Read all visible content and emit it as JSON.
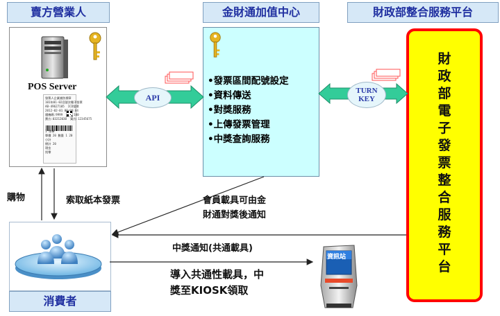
{
  "headers": {
    "seller": "賣方營業人",
    "center": "金財通加值中心",
    "mof": "財政部整合服務平台",
    "consumer": "消費者"
  },
  "seller_panel": {
    "server_label": "POS Server",
    "receipt_lines": [
      "發票人企業識別標章",
      "101年01-02月號次電子發票",
      "AB-49627105  ICD發票",
      "2012-02-01 00:00:04",
      "隨機碼:9999  總計:100",
      "賣方:03212030  買方:12345675",
      "",
      "",
      "1 冰棒",
      "單價 20 數量 1 20",
      "小計",
      "總計 20",
      "現金",
      "找零"
    ]
  },
  "center_panel": {
    "services": [
      "•發票區間配號設定",
      "•資料傳送",
      "•對獎服務",
      "•上傳發票管理",
      "•中獎查詢服務"
    ]
  },
  "mof_panel": {
    "title_chars": [
      "財",
      "政",
      "部",
      "電",
      "子",
      "發",
      "票",
      "整",
      "合",
      "服",
      "務",
      "平",
      "台"
    ]
  },
  "connectors": {
    "api": "API",
    "turnkey_line1": "TURN",
    "turnkey_line2": "KEY"
  },
  "edge_labels": {
    "purchase": "購物",
    "request_paper": "索取紙本發票",
    "member_notify_line1": "會員載具可由金",
    "member_notify_line2": "財通對獎後通知",
    "win_notice": "中獎通知(共通載具)",
    "import_line1": "導入共通性載具，中",
    "import_line2": "獎至KIOSK領取"
  },
  "kiosk": {
    "screen_text": "資訊站"
  },
  "colors": {
    "header_bg": "#d6e8f7",
    "header_text": "#1f2fa0",
    "center_bg": "#ccffff",
    "mof_bg": "#ffff00",
    "mof_border": "#ff0000",
    "connector_green": "#33cc99",
    "api_ellipse": "#e6f6fb"
  }
}
